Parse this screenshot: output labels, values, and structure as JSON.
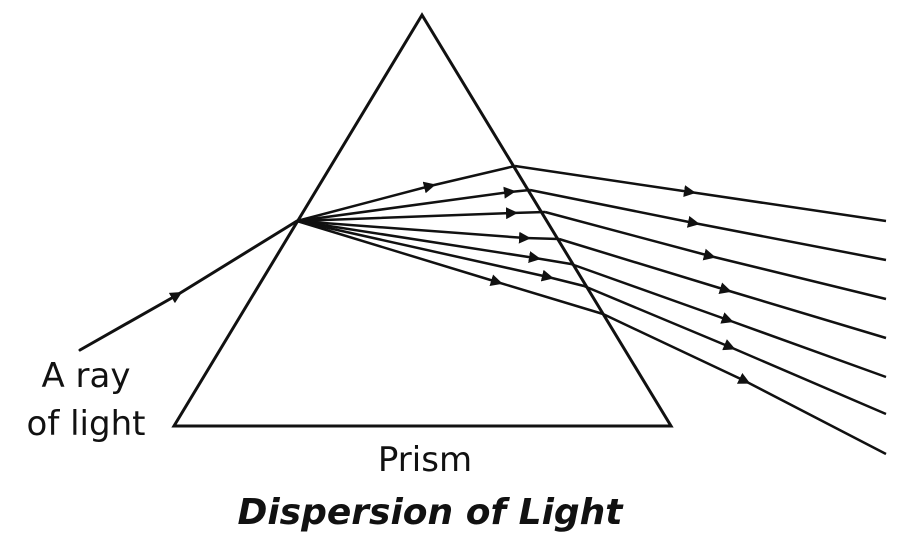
{
  "labels": {
    "ray_line1": "A ray",
    "ray_line2": "of light",
    "prism": "Prism",
    "caption": "Dispersion of Light"
  },
  "colors": {
    "stroke": "#111111",
    "background": "#ffffff"
  },
  "diagram": {
    "dispersed_ray_count": 7
  }
}
